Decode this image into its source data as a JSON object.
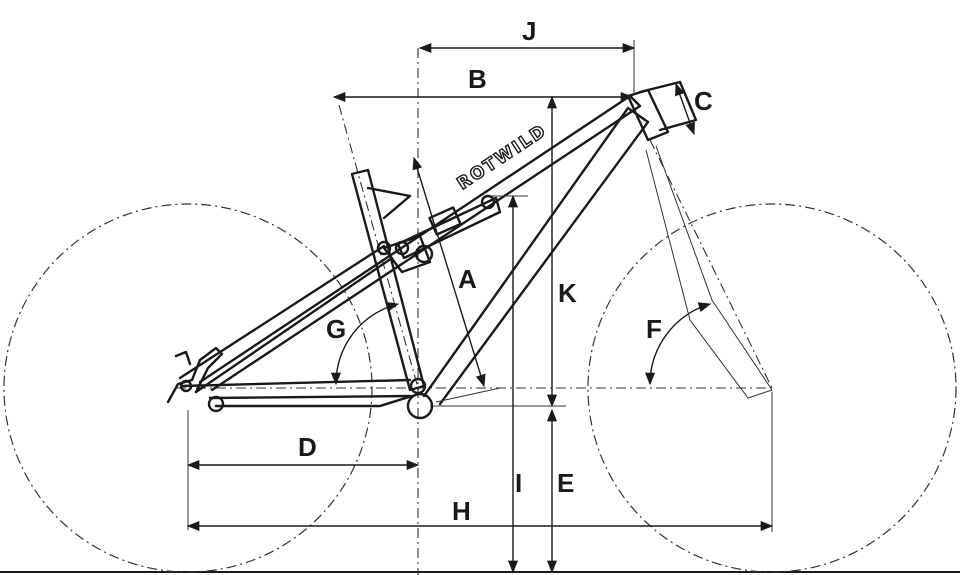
{
  "brand_text": "ROTWILD",
  "labels": {
    "A": "A",
    "B": "B",
    "C": "C",
    "D": "D",
    "E": "E",
    "F": "F",
    "G": "G",
    "H": "H",
    "I": "I",
    "J": "J",
    "K": "K"
  }
}
